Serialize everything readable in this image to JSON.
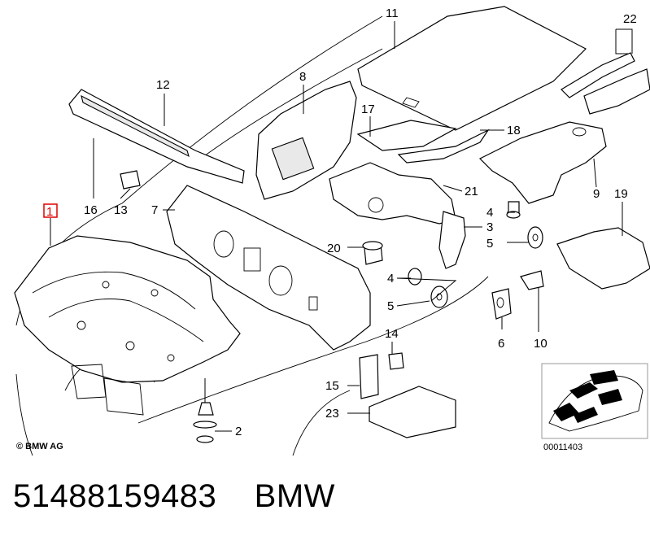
{
  "callouts": {
    "c1": "1",
    "c2": "2",
    "c3": "3",
    "c4a": "4",
    "c4b": "4",
    "c5a": "5",
    "c5b": "5",
    "c6": "6",
    "c7": "7",
    "c8": "8",
    "c9": "9",
    "c10": "10",
    "c11": "11",
    "c12": "12",
    "c13": "13",
    "c14": "14",
    "c15": "15",
    "c16": "16",
    "c17": "17",
    "c18": "18",
    "c19": "19",
    "c20": "20",
    "c21": "21",
    "c22": "22",
    "c23": "23"
  },
  "highlight_color": "#e00000",
  "copyright": "© BMW AG",
  "reference_number": "00011403",
  "footer": {
    "text": "51488159483    BMW"
  }
}
